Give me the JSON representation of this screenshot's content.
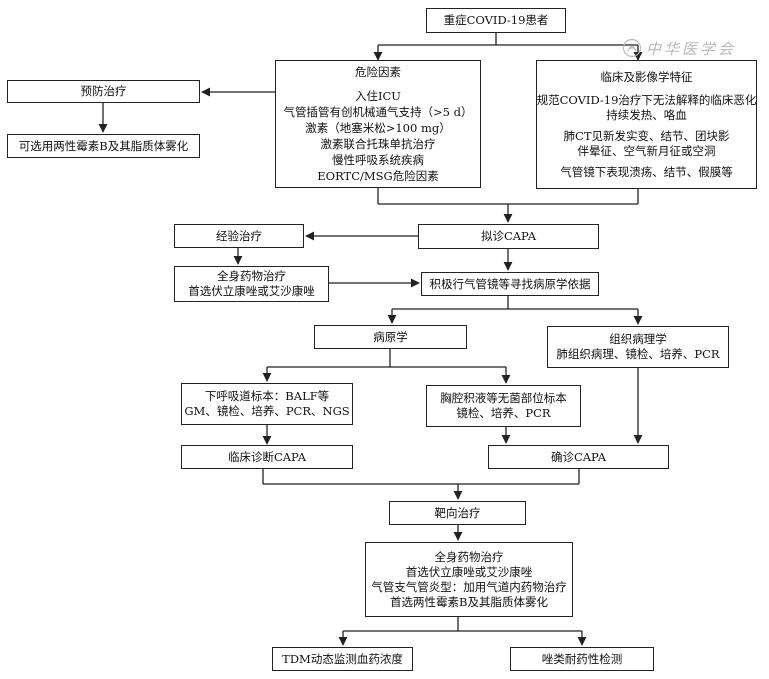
{
  "nodes": {
    "start": [
      "重症COVID-19患者"
    ],
    "risk": [
      "危险因素",
      "入住ICU",
      "气管插管有创机械通气支持（>5 d）",
      "激素（地塞米松>100 mg）",
      "激素联合托珠单抗治疗",
      "慢性呼吸系统疾病",
      "EORTC/MSG危险因素"
    ],
    "clinical": [
      "临床及影像学特征",
      "规范COVID-19治疗下无法解释的临床恶化",
      "持续发热、咯血",
      "肺CT见新发实变、结节、团块影",
      "伴晕征、空气新月征或空洞",
      "气管镜下表现溃疡、结节、假膜等"
    ],
    "prevent": [
      "预防治疗"
    ],
    "prevent_detail": [
      "可选用两性霉素B及其脂质体雾化"
    ],
    "suspect": [
      "拟诊CAPA"
    ],
    "empiric": [
      "经验治疗"
    ],
    "empiric_detail": [
      "全身药物治疗",
      "首选伏立康唑或艾沙康唑"
    ],
    "evidence": [
      "积极行气管镜等寻找病原学依据"
    ],
    "etiology": [
      "病原学"
    ],
    "histo": [
      "组织病理学",
      "肺组织病理、镜检、培养、PCR"
    ],
    "lower_resp": [
      "下呼吸道标本：BALF等",
      "GM、镜检、培养、PCR、NGS"
    ],
    "pleural": [
      "胸腔积液等无菌部位标本",
      "镜检、培养、PCR"
    ],
    "clinical_dx": [
      "临床诊断CAPA"
    ],
    "confirmed_dx": [
      "确诊CAPA"
    ],
    "targeted": [
      "靶向治疗"
    ],
    "targeted_detail": [
      "全身药物治疗",
      "首选伏立康唑或艾沙康唑",
      "气管支气管炎型：加用气道内药物治疗",
      "首选两性霉素B及其脂质体雾化"
    ],
    "tdm": [
      "TDM动态监测血药浓度"
    ],
    "azole": [
      "唑类耐药性检测"
    ]
  },
  "watermark": "中华医学会",
  "colors": {
    "line": "#222222",
    "watermark": "#b9b9b9"
  }
}
